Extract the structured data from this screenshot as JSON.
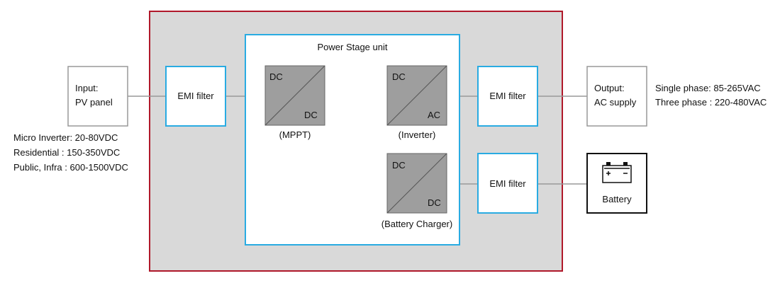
{
  "colors": {
    "enclosure_fill": "#d9d9d9",
    "enclosure_border": "#b0182a",
    "emi_border": "#29abe2",
    "power_stage_border": "#29abe2",
    "converter_fill": "#9e9e9e",
    "wire": "#999999"
  },
  "input": {
    "title": "Input:",
    "subtitle": "PV panel",
    "specs": [
      "Micro Inverter: 20-80VDC",
      "Residential : 150-350VDC",
      "Public, Infra : 600-1500VDC"
    ]
  },
  "emi_filter_label": "EMI filter",
  "power_stage": {
    "title": "Power Stage unit",
    "mppt": {
      "top": "DC",
      "bottom": "DC",
      "caption": "(MPPT)"
    },
    "inverter": {
      "top": "DC",
      "bottom": "AC",
      "caption": "(Inverter)"
    },
    "charger": {
      "top": "DC",
      "bottom": "DC",
      "caption": "(Battery Charger)"
    }
  },
  "output": {
    "title": "Output:",
    "subtitle": "AC supply",
    "specs": [
      "Single phase: 85-265VAC",
      "Three phase : 220-480VAC"
    ]
  },
  "battery": {
    "label": "Battery",
    "icon": "battery-icon"
  }
}
